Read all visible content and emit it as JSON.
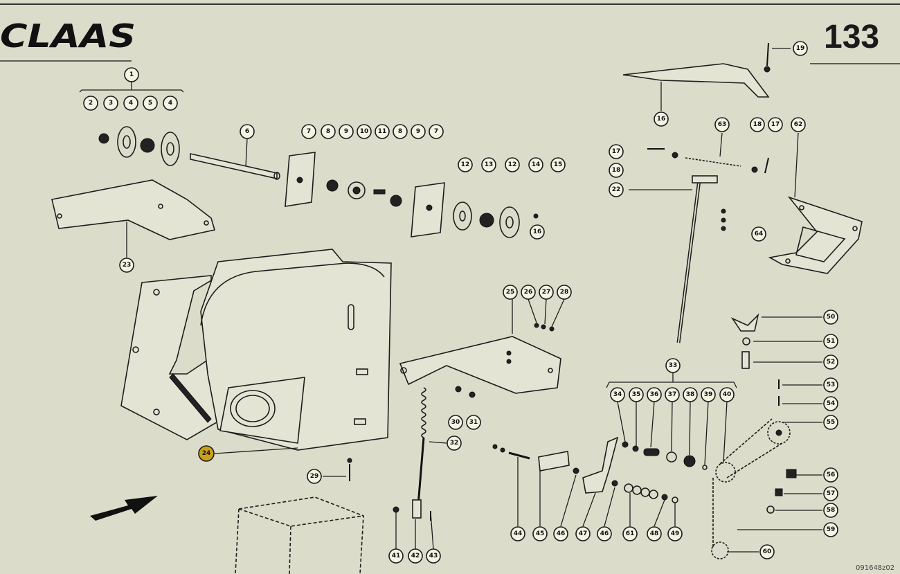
{
  "header": {
    "brand": "CLAAS",
    "page_number": "133"
  },
  "footer": {
    "image_code": "091648z02"
  },
  "callouts": [
    "1",
    "2",
    "3",
    "4",
    "5",
    "4",
    "6",
    "7",
    "8",
    "9",
    "10",
    "11",
    "8",
    "9",
    "7",
    "12",
    "13",
    "12",
    "14",
    "15",
    "16",
    "16",
    "19",
    "63",
    "18",
    "17",
    "62",
    "17",
    "18",
    "22",
    "64",
    "23",
    "24",
    "25",
    "26",
    "27",
    "28",
    "29",
    "30",
    "31",
    "32",
    "33",
    "34",
    "35",
    "36",
    "37",
    "38",
    "39",
    "40",
    "41",
    "42",
    "43",
    "44",
    "45",
    "46",
    "47",
    "46",
    "48",
    "49",
    "50",
    "51",
    "52",
    "53",
    "54",
    "55",
    "56",
    "57",
    "58",
    "59",
    "60",
    "61"
  ]
}
